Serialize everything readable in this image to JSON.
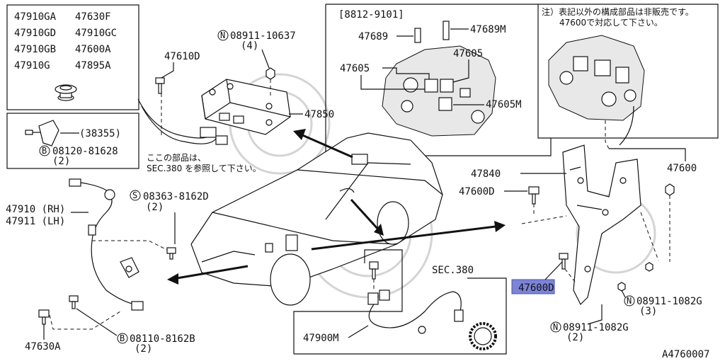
{
  "diagram": {
    "legend_parts": [
      "47910GA",
      "47630F",
      "47910GD",
      "47910GC",
      "47910GB",
      "47600A",
      "47910G",
      "47895A"
    ],
    "bolt_38355": {
      "part": "(38355)",
      "bolt": "08120-81628",
      "qty": "(2)",
      "prefix": "B"
    },
    "note_sec380_line1": "ここの部品は、",
    "note_sec380_line2": "SEC.380 を参照して下さい。",
    "inset_range": "[8812-9101]",
    "inset_note_line1": "注）表記以外の構成部品は非販売です。",
    "inset_note_line2": "47600で対応して下さい。",
    "labels": {
      "p47689": "47689",
      "p47689M": "47689M",
      "p47605_a": "47605",
      "p47605_b": "47605",
      "p47605M": "47605M",
      "p47610D": "47610D",
      "p47850": "47850",
      "p47840": "47840",
      "p47600D_top": "47600D",
      "p47600": "47600",
      "p47600D_highlight": "47600D",
      "p47910": "47910 (RH)",
      "p47911": "47911 (LH)",
      "p47630A": "47630A",
      "p47900M": "47900M",
      "sec380": "SEC.380",
      "n08911_10637": "08911-10637",
      "n08911_10637_qty": "(4)",
      "s08363": "08363-8162D",
      "s08363_qty": "(2)",
      "b08110": "08110-8162B",
      "b08110_qty": "(2)",
      "n08911_1082G_a": "08911-1082G",
      "n08911_1082G_a_qty": "(3)",
      "n08911_1082G_b": "08911-1082G",
      "n08911_1082G_b_qty": "(2)",
      "prefix_N": "N",
      "prefix_S": "S",
      "prefix_B": "B",
      "diagram_id": "A4760007"
    },
    "highlight_color": "#7c84d8"
  }
}
